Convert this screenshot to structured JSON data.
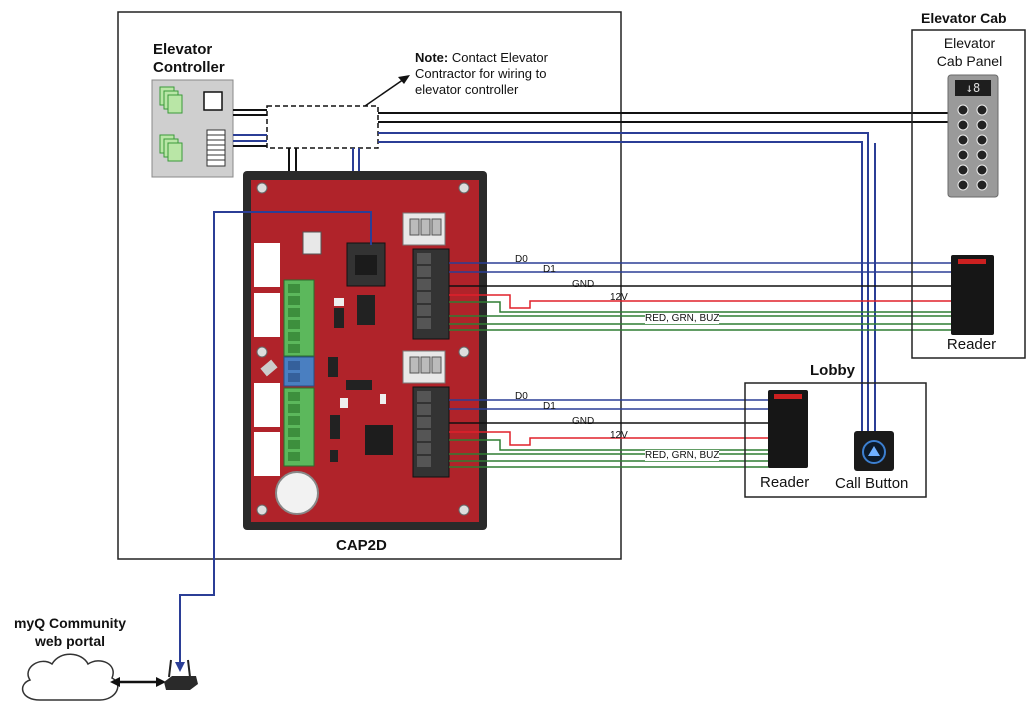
{
  "labels": {
    "elevator_controller": "Elevator Controller",
    "note_bold": "Note:",
    "note_text_1": "Contact Elevator",
    "note_text_2": "Contractor for wiring to",
    "note_text_3": "elevator controller",
    "elevator_cab": "Elevator Cab",
    "cab_panel_1": "Elevator",
    "cab_panel_2": "Cab Panel",
    "cab_display": "↓8",
    "reader_cab": "Reader",
    "lobby": "Lobby",
    "reader_lobby": "Reader",
    "call_button": "Call Button",
    "cap2d": "CAP2D",
    "portal_1": "myQ Community",
    "portal_2": "web portal"
  },
  "wires_upper": {
    "d0": "D0",
    "d1": "D1",
    "gnd": "GND",
    "v12": "12V",
    "rgb": "RED, GRN, BUZ"
  },
  "wires_lower": {
    "d0": "D0",
    "d1": "D1",
    "gnd": "GND",
    "v12": "12V",
    "rgb": "RED, GRN, BUZ"
  },
  "colors": {
    "board": "#b0232a",
    "board_frame": "#2a2a2a",
    "wire_blue": "#2b3e96",
    "wire_red": "#e0202a",
    "wire_green": "#2f7d32",
    "wire_black": "#111111",
    "terminal_green": "#5cb85c",
    "terminal_blue": "#4a7fc1"
  }
}
